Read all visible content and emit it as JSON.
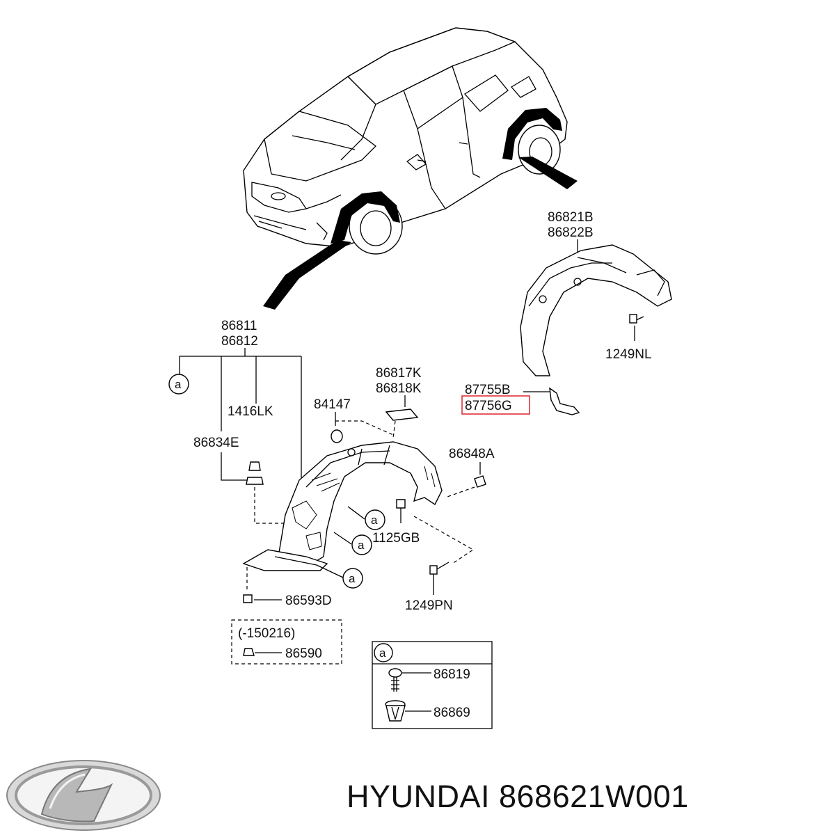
{
  "labels": {
    "p86821B": "86821B",
    "p86822B": "86822B",
    "p1249NL": "1249NL",
    "p86811": "86811",
    "p86812": "86812",
    "p86817K": "86817K",
    "p86818K": "86818K",
    "p87755B": "87755B",
    "p87756G": "87756G",
    "p84147": "84147",
    "p1416LK": "1416LK",
    "p86834E": "86834E",
    "p86848A": "86848A",
    "p1125GB": "1125GB",
    "p1249PN": "1249PN",
    "p86593D": "86593D",
    "p150216": "(-150216)",
    "p86590": "86590",
    "p86819": "86819",
    "p86869": "86869"
  },
  "ref_marker": "a",
  "footer": {
    "caption": "HYUNDAI 868621W001"
  },
  "colors": {
    "highlight_box": "#e0303a",
    "line": "#000000",
    "logo_silver": "#b8b8b8"
  },
  "icons": [
    "hyundai-logo-icon"
  ]
}
